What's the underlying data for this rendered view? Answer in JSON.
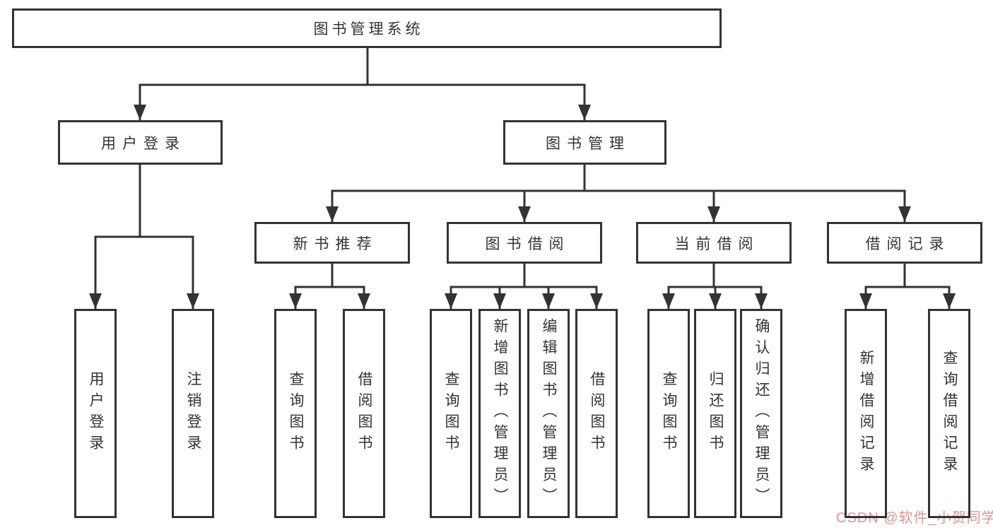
{
  "title": "图书管理系统",
  "colors": {
    "line": "#333333",
    "text": "#333333",
    "box_background": "#ffffff",
    "background": "#ffffff",
    "watermark": "#dc9595"
  },
  "watermark": {
    "text": "CSDN @软件_小贺同学"
  },
  "tree": {
    "root": {
      "label": "图书管理系统"
    },
    "branches": [
      {
        "label": "用户登录",
        "children": [
          {
            "label": "用户登录"
          },
          {
            "label": "注销登录"
          }
        ]
      },
      {
        "label": "图书管理",
        "children": [
          {
            "label": "新书推荐",
            "children": [
              {
                "label": "查询图书"
              },
              {
                "label": "借阅图书"
              }
            ]
          },
          {
            "label": "图书借阅",
            "children": [
              {
                "label": "查询图书"
              },
              {
                "label": "新增图书（管理员）"
              },
              {
                "label": "编辑图书（管理员）"
              },
              {
                "label": "借阅图书"
              }
            ]
          },
          {
            "label": "当前借阅",
            "children": [
              {
                "label": "查询图书"
              },
              {
                "label": "归还图书"
              },
              {
                "label": "确认归还（管理员）"
              }
            ]
          },
          {
            "label": "借阅记录",
            "children": [
              {
                "label": "新增借阅记录"
              },
              {
                "label": "查询借阅记录"
              }
            ]
          }
        ]
      }
    ]
  }
}
